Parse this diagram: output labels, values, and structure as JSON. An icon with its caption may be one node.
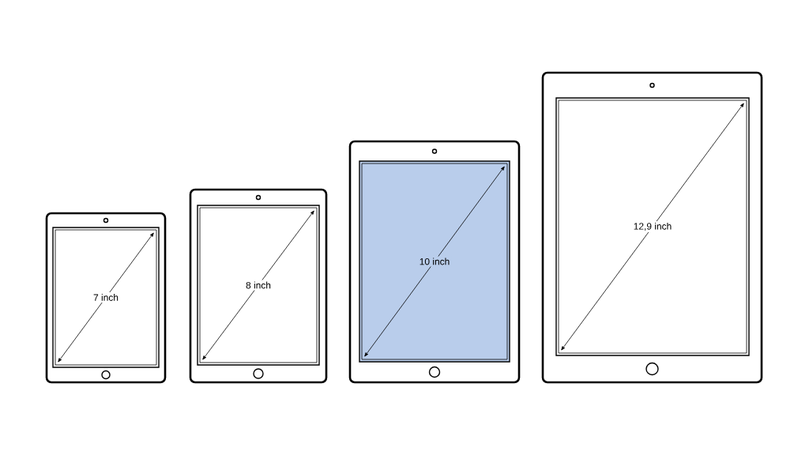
{
  "diagram": {
    "labels": [
      "7 inch",
      "8 inch",
      "10 inch",
      "12,9 inch"
    ]
  }
}
